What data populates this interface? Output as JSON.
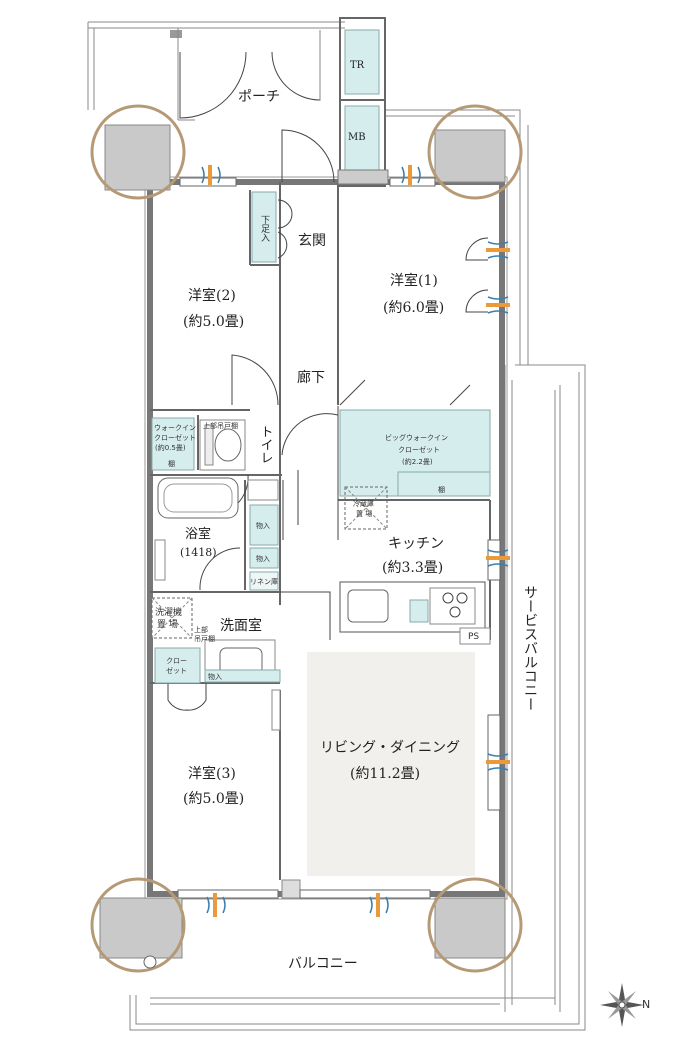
{
  "rooms": {
    "porch": "ポーチ",
    "tr": "TR",
    "mb": "MB",
    "entrance": "玄関",
    "shoe_storage": "下足入",
    "western2_name": "洋室(2)",
    "western2_size": "(約5.0畳)",
    "western1_name": "洋室(1)",
    "western1_size": "(約6.0畳)",
    "hallway": "廊下",
    "walkin_small_line1": "ウォークイン",
    "walkin_small_line2": "クローゼット",
    "walkin_small_size": "(約0.5畳)",
    "shelf": "棚",
    "upper_cabinet": "上部吊戸棚",
    "toilet": "トイレ",
    "big_walkin_line1": "ビッグウォークイン",
    "big_walkin_line2": "クローゼット",
    "big_walkin_size": "(約2.2畳)",
    "big_walkin_shelf": "棚",
    "fridge_line1": "冷蔵庫",
    "fridge_line2": "置 場",
    "bath_name": "浴室",
    "bath_size": "(1418)",
    "storage1": "物入",
    "storage2": "物入",
    "linen": "リネン庫",
    "kitchen_name": "キッチン",
    "kitchen_size": "(約3.3畳)",
    "washer_line1": "洗濯機",
    "washer_line2": "置 場",
    "washroom": "洗面室",
    "washroom_upper1": "上部",
    "washroom_upper2": "吊戸棚",
    "ps": "PS",
    "closet_line1": "クロー",
    "closet_line2": "ゼット",
    "storage3": "物入",
    "ldk_name": "リビング・ダイニング",
    "ldk_size": "(約11.2畳)",
    "western3_name": "洋室(3)",
    "western3_size": "(約5.0畳)",
    "service_balcony": "サービスバルコニー",
    "balcony": "バルコニー"
  },
  "compass": {
    "label": "N"
  },
  "colors": {
    "column_ring": "#b59a75",
    "storage_fill": "#d6eded",
    "ldk_fill": "#f1f0ec",
    "vent_orange": "#e89a3c",
    "vent_blue": "#3a7fb0"
  }
}
